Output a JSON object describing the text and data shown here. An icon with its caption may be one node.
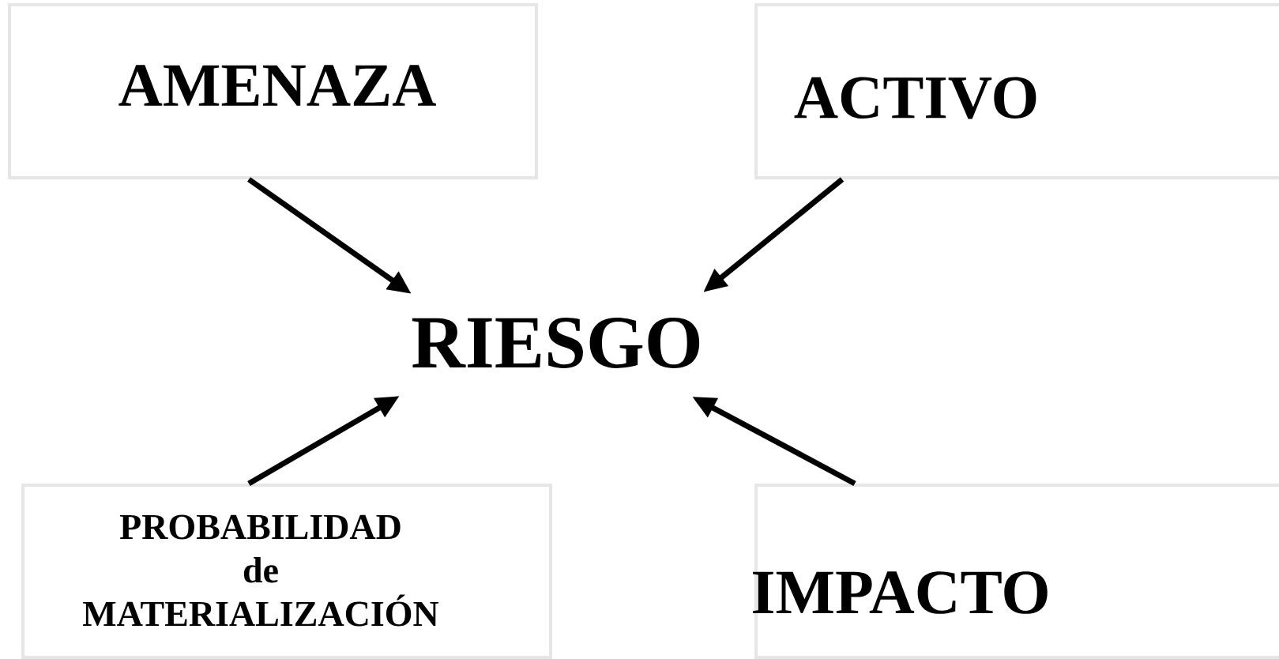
{
  "diagram": {
    "nodes": [
      {
        "text": [
          "AMENAZA"
        ]
      },
      {
        "text": [
          "ACTIVO"
        ]
      },
      {
        "text": [
          "RIESGO"
        ]
      },
      {
        "text": [
          "PROBABILIDAD de MATERIALIZACIÓN"
        ]
      },
      {
        "text": [
          "IMPACTO"
        ]
      }
    ],
    "edges": [
      {
        "from": 0,
        "to": 2,
        "arrow": "to"
      },
      {
        "from": 1,
        "to": 2,
        "arrow": "to"
      },
      {
        "from": 3,
        "to": 2,
        "arrow": "to"
      },
      {
        "from": 4,
        "to": 2,
        "arrow": "to"
      }
    ]
  }
}
